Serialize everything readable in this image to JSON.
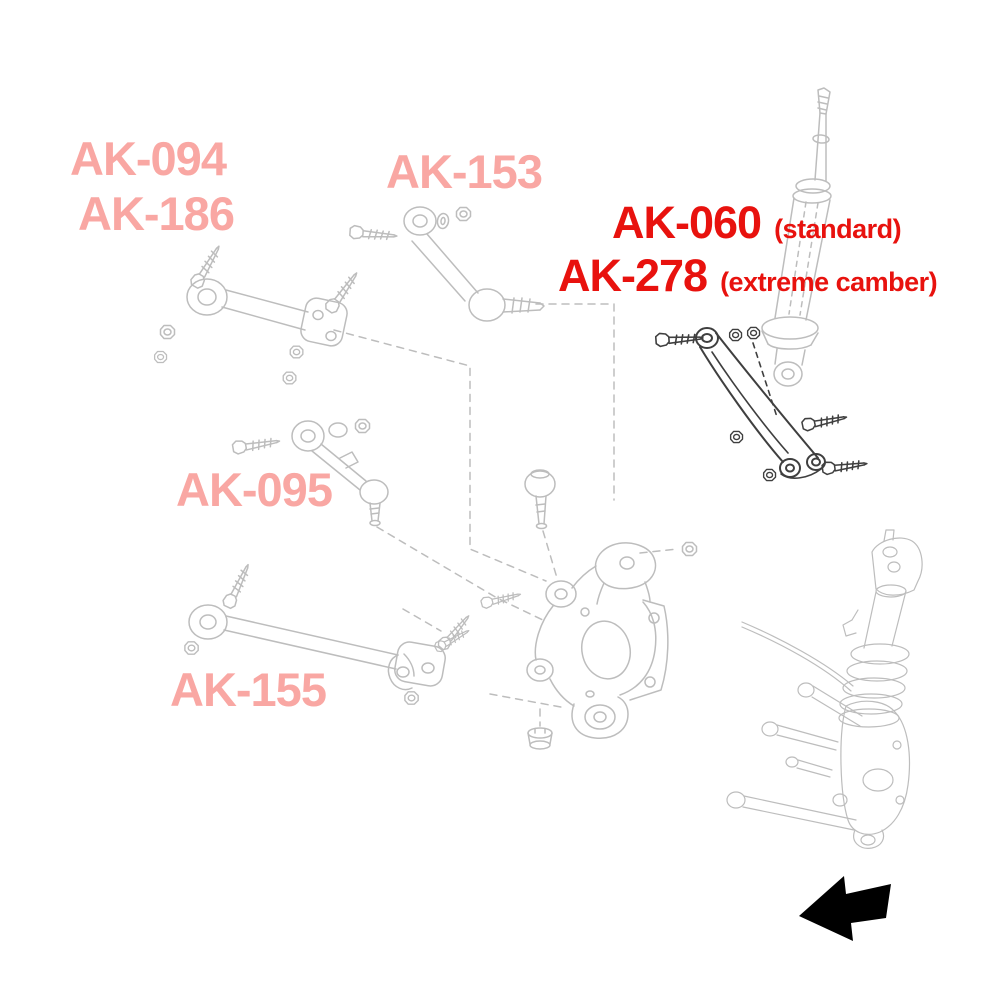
{
  "colors": {
    "salmon": "#f9a7a3",
    "red": "#e8120e",
    "line_light": "#bdbdbd",
    "line_dark": "#3f3f3f",
    "arrow_black": "#000000"
  },
  "labels": [
    {
      "id": "ak094",
      "text": "AK-094",
      "style": "salmon"
    },
    {
      "id": "ak186",
      "text": "AK-186",
      "style": "salmon"
    },
    {
      "id": "ak153",
      "text": "AK-153",
      "style": "salmon"
    },
    {
      "id": "ak060",
      "text": "AK-060",
      "note": "(standard)",
      "style": "red"
    },
    {
      "id": "ak278",
      "text": "AK-278",
      "note": "(extreme camber)",
      "style": "red"
    },
    {
      "id": "ak095",
      "text": "AK-095",
      "style": "salmon"
    },
    {
      "id": "ak155",
      "text": "AK-155",
      "style": "salmon"
    }
  ],
  "diagram": {
    "part_names": [
      "upper-lateral-arm",
      "toe-control-arm",
      "upper-control-arm",
      "lower-lateral-arm",
      "rear-knuckle",
      "shock-absorber",
      "rear-lower-control-arm",
      "assembled-rear-suspension",
      "direction-arrow"
    ]
  }
}
